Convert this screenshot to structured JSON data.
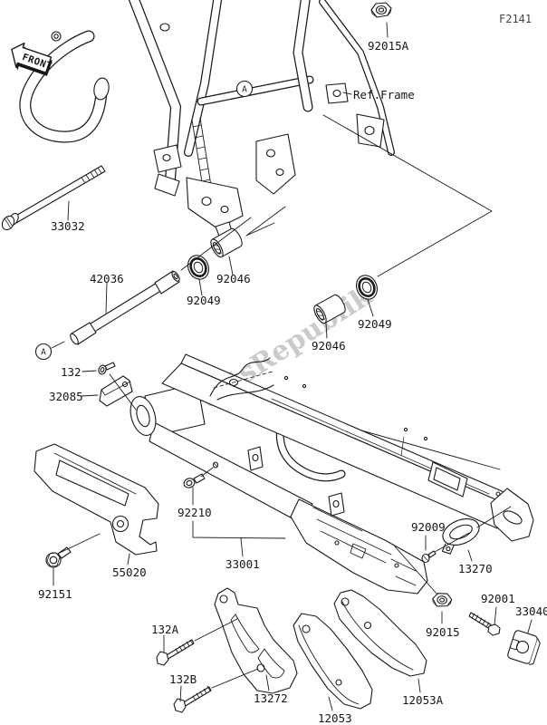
{
  "diagram": {
    "code": "F2141",
    "ref_label": "Ref.Frame",
    "front_label": "FRONT",
    "detail_marker": "A",
    "watermark": "PartsRepublik",
    "colors": {
      "line": "#1a1a1a",
      "watermark": "#c2c2c2",
      "background": "#ffffff"
    }
  },
  "part_labels": [
    {
      "part": "92015A",
      "text": "92015A"
    },
    {
      "part": "33032",
      "text": "33032"
    },
    {
      "part": "42036",
      "text": "42036"
    },
    {
      "part": "92046-front",
      "text": "92046"
    },
    {
      "part": "92049-front",
      "text": "92049"
    },
    {
      "part": "92046-rear",
      "text": "92046"
    },
    {
      "part": "92049-rear",
      "text": "92049"
    },
    {
      "part": "132",
      "text": "132"
    },
    {
      "part": "32085",
      "text": "32085"
    },
    {
      "part": "92210",
      "text": "92210"
    },
    {
      "part": "55020",
      "text": "55020"
    },
    {
      "part": "33001",
      "text": "33001"
    },
    {
      "part": "92151",
      "text": "92151"
    },
    {
      "part": "132A",
      "text": "132A"
    },
    {
      "part": "132B",
      "text": "132B"
    },
    {
      "part": "13272",
      "text": "13272"
    },
    {
      "part": "12053",
      "text": "12053"
    },
    {
      "part": "12053A",
      "text": "12053A"
    },
    {
      "part": "92015",
      "text": "92015"
    },
    {
      "part": "92001",
      "text": "92001"
    },
    {
      "part": "33040",
      "text": "33040"
    },
    {
      "part": "13270",
      "text": "13270"
    },
    {
      "part": "92009",
      "text": "92009"
    }
  ]
}
